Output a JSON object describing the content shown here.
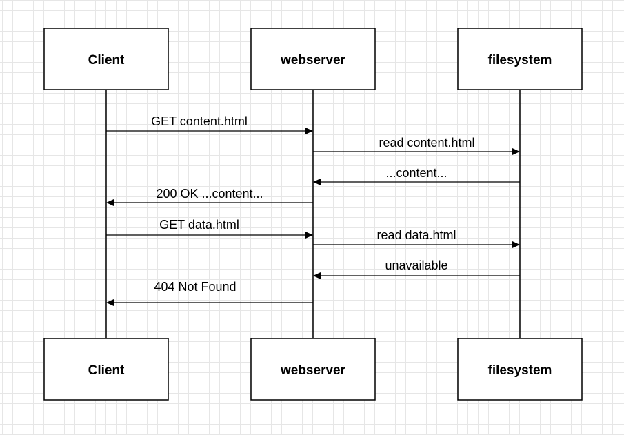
{
  "participants": [
    {
      "id": "client",
      "label": "Client"
    },
    {
      "id": "webserver",
      "label": "webserver"
    },
    {
      "id": "filesystem",
      "label": "filesystem"
    }
  ],
  "messages": [
    {
      "from": "client",
      "to": "webserver",
      "label": "GET content.html"
    },
    {
      "from": "webserver",
      "to": "filesystem",
      "label": "read content.html"
    },
    {
      "from": "filesystem",
      "to": "webserver",
      "label": "...content..."
    },
    {
      "from": "webserver",
      "to": "client",
      "label": "200 OK  ...content..."
    },
    {
      "from": "client",
      "to": "webserver",
      "label": "GET data.html"
    },
    {
      "from": "webserver",
      "to": "filesystem",
      "label": "read data.html"
    },
    {
      "from": "filesystem",
      "to": "webserver",
      "label": "unavailable"
    },
    {
      "from": "webserver",
      "to": "client",
      "label": "404 Not Found"
    }
  ]
}
